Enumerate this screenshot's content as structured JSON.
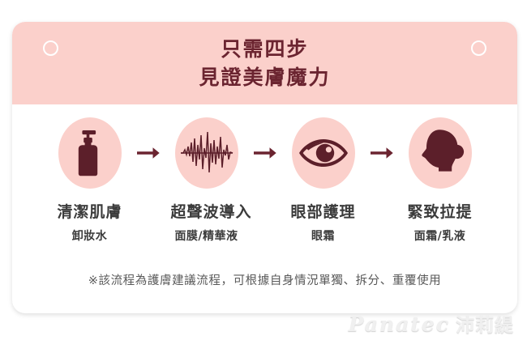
{
  "header": {
    "title_line_1": "只需四步",
    "title_line_2": "見證美膚魔力",
    "band_color": "#fbd0cb",
    "title_color": "#6b2430"
  },
  "steps": [
    {
      "icon": "pump-bottle-icon",
      "label": "清潔肌膚",
      "sublabel": "卸妝水"
    },
    {
      "icon": "sound-waveform-icon",
      "label": "超聲波導入",
      "sublabel": "面膜/精華液"
    },
    {
      "icon": "eye-icon",
      "label": "眼部護理",
      "sublabel": "眼霜"
    },
    {
      "icon": "woman-head-profile-icon",
      "label": "緊致拉提",
      "sublabel": "面霜/乳液"
    }
  ],
  "arrow": {
    "icon": "arrow-right-icon",
    "count": 3,
    "color": "#6b2430"
  },
  "footnote": {
    "text": "※該流程為護膚建議流程，可根據自身情況單獨、拆分、重覆使用"
  },
  "brand": {
    "latin": "Panatec",
    "cjk": "沛莉緹"
  },
  "palette": {
    "pink": "#fbd0cb",
    "maroon": "#5c1f2a",
    "title_maroon": "#6b2430",
    "label_gray": "#3b3b3b",
    "note_gray": "#595959",
    "card_white": "#ffffff"
  }
}
